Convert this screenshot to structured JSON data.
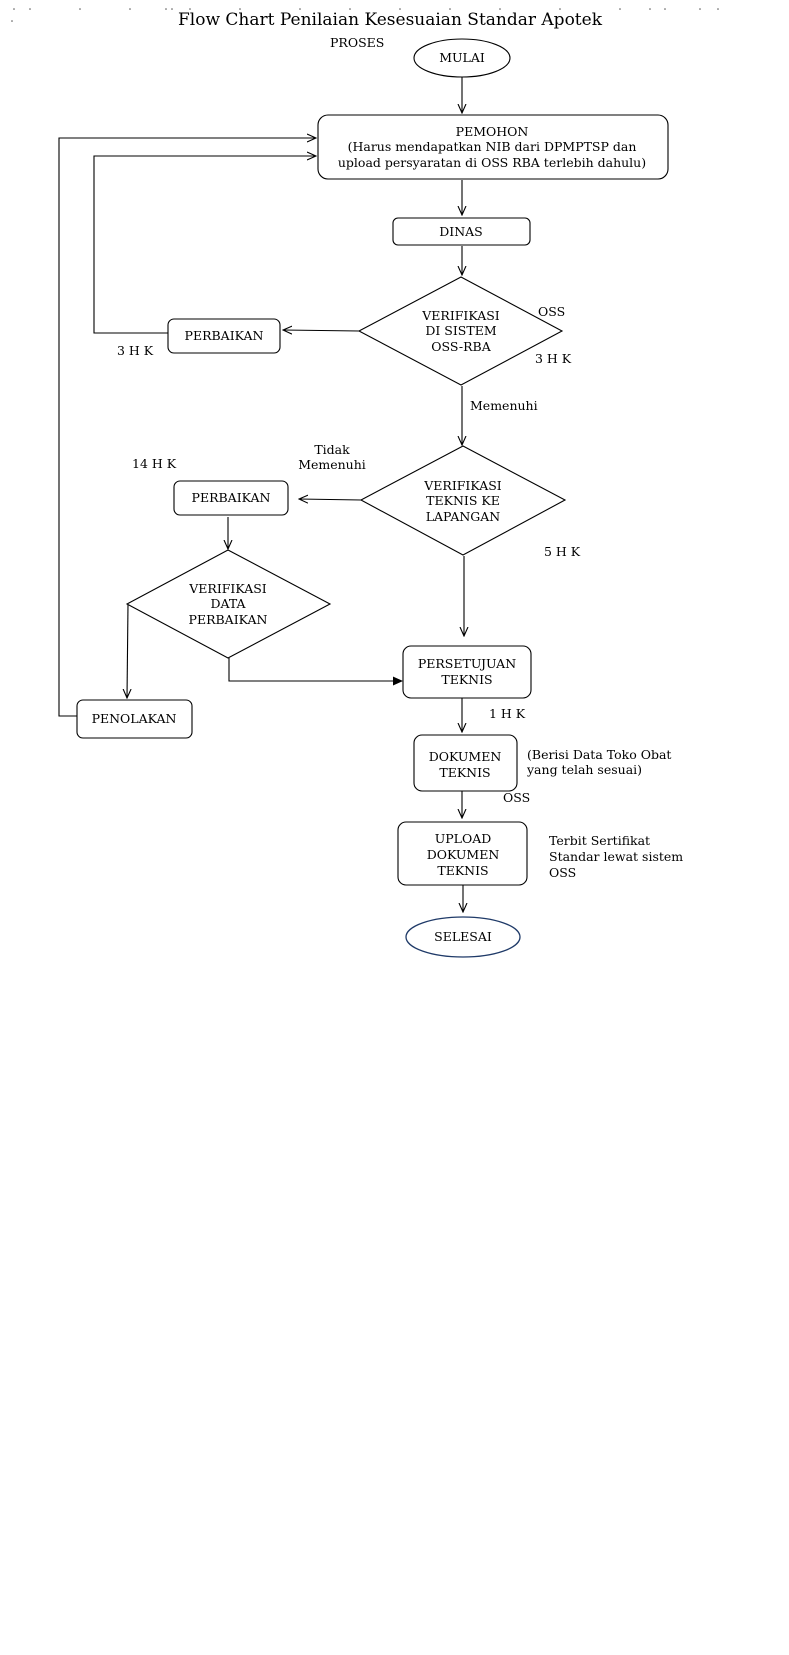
{
  "title": "Flow Chart Penilaian Kesesuaian Standar Apotek",
  "proses_label": "PROSES",
  "nodes": {
    "mulai": "MULAI",
    "pemohon": [
      "PEMOHON",
      "(Harus mendapatkan NIB dari DPMPTSP dan",
      "upload persyaratan di OSS RBA terlebih dahulu)"
    ],
    "dinas": "DINAS",
    "verifikasi_oss": [
      "VERIFIKASI",
      "DI SISTEM",
      "OSS-RBA"
    ],
    "perbaikan_1": "PERBAIKAN",
    "verifikasi_lapangan": [
      "VERIFIKASI",
      "TEKNIS KE",
      "LAPANGAN"
    ],
    "perbaikan_2": "PERBAIKAN",
    "verifikasi_data": [
      "VERIFIKASI",
      "DATA",
      "PERBAIKAN"
    ],
    "penolakan": "PENOLAKAN",
    "persetujuan": [
      "PERSETUJUAN",
      "TEKNIS"
    ],
    "dokumen": [
      "DOKUMEN",
      "TEKNIS"
    ],
    "upload": [
      "UPLOAD",
      "DOKUMEN",
      "TEKNIS"
    ],
    "selesai": "SELESAI"
  },
  "annotations": {
    "oss_1": "OSS",
    "hk_3_right": "3 H K",
    "hk_3_left": "3 H K",
    "memenuhi": "Memenuhi",
    "tidak_memenuhi": [
      "Tidak",
      "Memenuhi"
    ],
    "hk_14": "14 H K",
    "hk_5": "5 H K",
    "hk_1": "1 H K",
    "dokumen_note": [
      "(Berisi Data Toko Obat",
      "yang telah sesuai)"
    ],
    "oss_2": "OSS",
    "sertifikat_note": [
      "Terbit Sertifikat",
      "Standar lewat sistem",
      "OSS"
    ]
  },
  "colors": {
    "line": "#000000",
    "end_oval_stroke": "#1f3a68"
  }
}
